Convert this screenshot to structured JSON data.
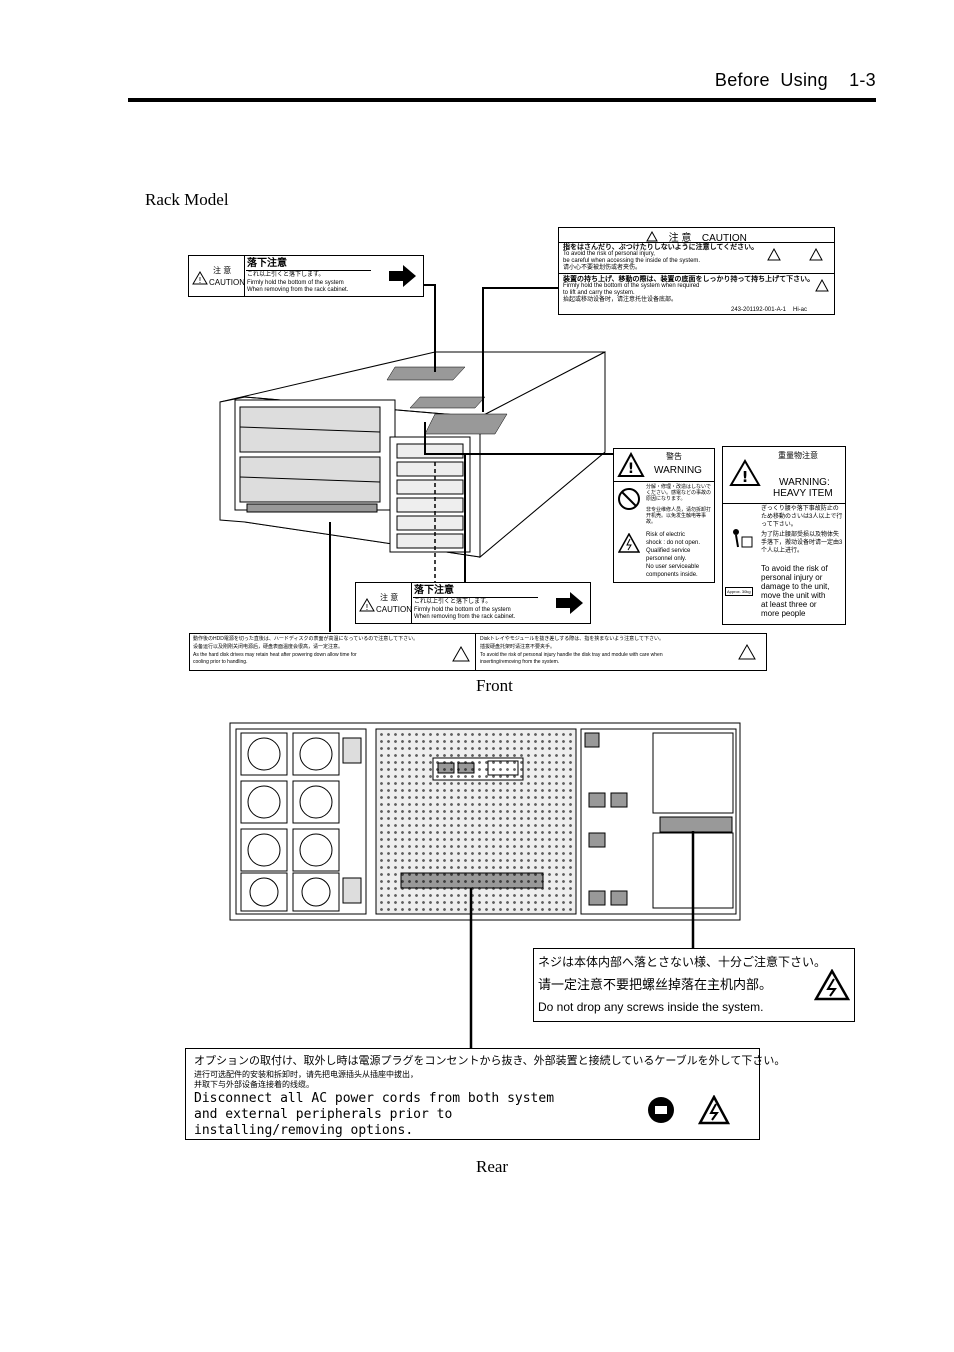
{
  "header": {
    "text": "Before  Using    1-3"
  },
  "section_label": "Rack Model",
  "front": {
    "caption": "Front",
    "caution_drop_top": {
      "jp_note": "注 意",
      "caution": "CAUTION",
      "jp_title": "落下注意",
      "jp_line": "これ以上引くと落下します。",
      "en1": "Firmly hold the bottom of the system",
      "en2": "When removing from the rack cabinet."
    },
    "caution_top_right": {
      "title_jp": "注 意",
      "title_en": "CAUTION",
      "l1_jp": "指をはさんだり、ぶつけたりしないように注意してください。",
      "l1_en1": "To avoid the risk of personal injury,",
      "l1_en2": "be careful when accessing the inside of the system.",
      "l1_cn": "请小心不要被划伤或者夹伤。",
      "l2_jp": "装置の持ち上げ、移動の際は、装置の底面をしっかり持って持ち上げて下さい。",
      "l2_en1": "Firmly hold the bottom of the system when required",
      "l2_en2": "to lift and carry the system.",
      "l2_cn": "抬起或移动设备时，请注意托住设备底部。",
      "code": "243-201192-001-A-1",
      "brand": "Hi-ac"
    },
    "warning_label": {
      "jp_title": "警告",
      "en_title": "WARNING",
      "jp_text": "分解・修理・改造はしないでください。感電などの事故の原因になります。",
      "cn_text": "非专业维修人员，请勿拆卸打开机壳。以免发生触电等事故。",
      "en1": "Risk of electric",
      "en2": "shock : do not open.",
      "en3": "Qualified service",
      "en4": "personnel only.",
      "en5": "No user serviceable",
      "en6": "components inside."
    },
    "heavy_label": {
      "jp_title": "重量物注意",
      "en_title1": "WARNING:",
      "en_title2": "HEAVY  ITEM",
      "jp_text": "ぎっくり腰や落下事故防止のため移動のさいは3人以上で行って下さい。",
      "cn_text": "为了防止腰部受损以及物体失手落下，搬动设备时请一定由3个人以上进行。",
      "en1": "To avoid the  risk of",
      "en2": "personal  injury or",
      "en3": "damage  to the unit,",
      "en4": "move  the  unit with",
      "en5": "at  least  three  or",
      "en6": "more people",
      "weight": "Approx. 30kg"
    },
    "caution_drop_bottom": {
      "jp_note": "注 意",
      "caution": "CAUTION",
      "jp_title": "落下注意",
      "jp_line": "これ以上引くと落下します。",
      "en1": "Firmly hold the bottom of the system",
      "en2": "When removing from the rack cabinet."
    },
    "bottom_label": {
      "left_jp": "動作後のHDD電源を切った直後は、ハードディスクの表面が高温になっているので注意して下さい。",
      "left_cn": "设备运行以及刚刚关闭电源后，硬盘表面温度会很高，请一定注意。",
      "left_en1": "As the hard disk drives may retain heat after powering down allow time for",
      "left_en2": "cooling prior to handling.",
      "right_jp": "Diskトレイやモジュールを抜き差しする際は、指を挟まないよう注意して下さい。",
      "right_cn": "插拔硬盘托架时请注意不要夹手。",
      "right_en1": "To avoid the risk of personal injury handle the disk tray and module with care when",
      "right_en2": "inserting/removing from the system."
    }
  },
  "rear": {
    "caption": "Rear",
    "screw_label": {
      "jp": "ネジは本体内部へ落とさない様、十分ご注意下さい。",
      "cn": "请一定注意不要把螺丝掉落在主机内部。",
      "en": "Do not drop any screws inside the system."
    },
    "ac_label": {
      "jp": "オプションの取付け、取外し時は電源プラグをコンセントから抜き、外部装置と接続しているケーブルを外して下さい。",
      "cn1": "进行可选配件的安装和拆卸时，请先把电源插头从插座中拔出，",
      "cn2": "并取下与外部设备连接着的线缆。",
      "en1": "Disconnect all AC power cords from both system",
      "en2": "and external peripherals prior to",
      "en3": "installing/removing options."
    }
  }
}
